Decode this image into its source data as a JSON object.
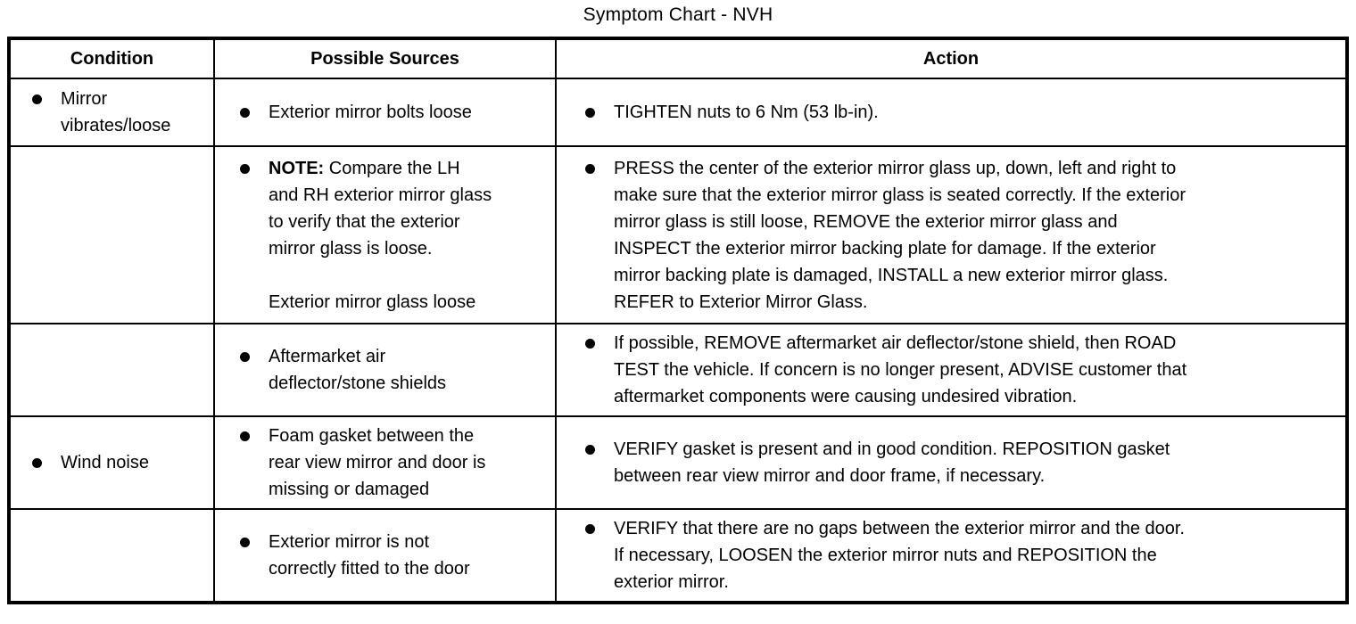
{
  "page": {
    "title": "Symptom Chart - NVH"
  },
  "colors": {
    "text": "#000000",
    "background": "#ffffff",
    "border": "#000000"
  },
  "table": {
    "headers": {
      "condition": "Condition",
      "sources": "Possible Sources",
      "action": "Action"
    },
    "rows": [
      {
        "condition": {
          "lines": [
            "Mirror",
            "vibrates/loose"
          ]
        },
        "sources": {
          "lines": [
            "Exterior mirror bolts loose"
          ]
        },
        "action": {
          "lines": [
            "TIGHTEN nuts to 6 Nm (53 lb-in)."
          ]
        }
      },
      {
        "condition": {
          "lines": []
        },
        "sources": {
          "note_label": "NOTE:",
          "note_rest": " Compare the LH",
          "lines": [
            "and RH exterior mirror glass",
            "to verify that the exterior",
            "mirror glass is loose."
          ],
          "extra_line": "Exterior mirror glass loose"
        },
        "action": {
          "lines": [
            "PRESS the center of the exterior mirror glass up, down, left and right to",
            "make sure that the exterior mirror glass is seated correctly. If the exterior",
            "mirror glass is still loose, REMOVE the exterior mirror glass and",
            "INSPECT the exterior mirror backing plate for damage. If the exterior",
            "mirror backing plate is damaged, INSTALL a new exterior mirror glass.",
            "REFER to Exterior Mirror Glass."
          ]
        }
      },
      {
        "condition": {
          "lines": []
        },
        "sources": {
          "lines": [
            "Aftermarket air",
            "deflector/stone shields"
          ]
        },
        "action": {
          "lines": [
            "If possible, REMOVE aftermarket air deflector/stone shield, then ROAD",
            "TEST the vehicle. If concern is no longer present, ADVISE customer that",
            "aftermarket components were causing undesired vibration."
          ]
        }
      },
      {
        "condition": {
          "lines": [
            "Wind noise"
          ]
        },
        "sources": {
          "lines": [
            "Foam gasket between the",
            "rear view mirror and door is",
            "missing or damaged"
          ]
        },
        "action": {
          "lines": [
            "VERIFY gasket is present and in good condition. REPOSITION gasket",
            "between rear view mirror and door frame, if necessary."
          ]
        }
      },
      {
        "condition": {
          "lines": []
        },
        "sources": {
          "lines": [
            "Exterior mirror is not",
            "correctly fitted to the door"
          ]
        },
        "action": {
          "lines": [
            "VERIFY that there are no gaps between the exterior mirror and the door.",
            "If necessary, LOOSEN the exterior mirror nuts and REPOSITION the",
            "exterior mirror."
          ]
        }
      }
    ]
  }
}
